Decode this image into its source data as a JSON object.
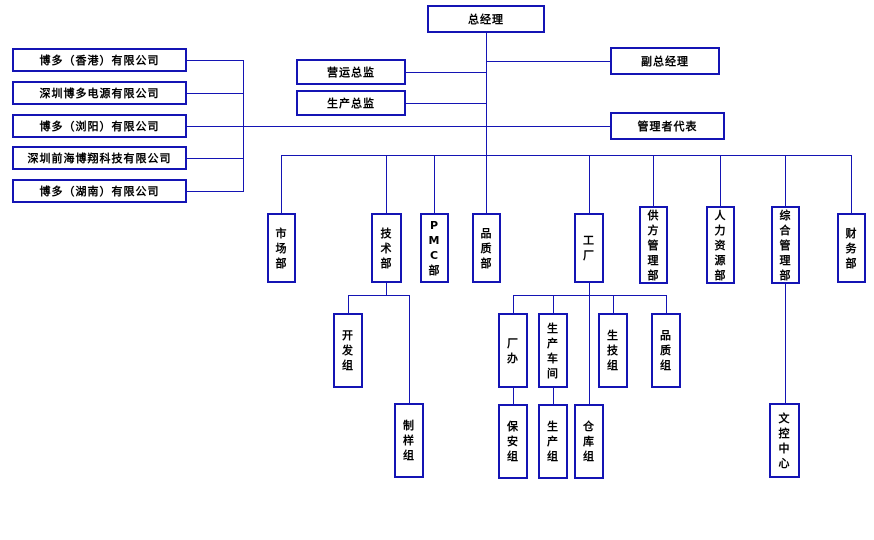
{
  "page": {
    "title": "组织架构图",
    "line_color": "#1414b4",
    "box_border_color": "#1414b4",
    "background": "#ffffff",
    "text_color": "#000000"
  },
  "top": {
    "general_manager": "总经理",
    "deputy_general_manager": "副总经理",
    "operations_director": "营运总监",
    "production_director": "生产总监",
    "management_representative": "管理者代表"
  },
  "companies": [
    {
      "name": "博多（香港）有限公司"
    },
    {
      "name": "深圳博多电源有限公司"
    },
    {
      "name": "博多（浏阳）有限公司"
    },
    {
      "name": "深圳前海博翔科技有限公司"
    },
    {
      "name": "博多（湖南）有限公司"
    }
  ],
  "departments": [
    {
      "name": "市场部"
    },
    {
      "name": "技术部"
    },
    {
      "name": "PMC部"
    },
    {
      "name": "品质部"
    },
    {
      "name": "工厂"
    },
    {
      "name": "供方管理部"
    },
    {
      "name": "人力资源部"
    },
    {
      "name": "综合管理部"
    },
    {
      "name": "财务部"
    }
  ],
  "tech_sub": [
    {
      "name": "开发组"
    },
    {
      "name": "制样组"
    }
  ],
  "factory_sub": [
    {
      "name": "厂办"
    },
    {
      "name": "生产车间"
    },
    {
      "name": "生技组"
    },
    {
      "name": "品质组"
    }
  ],
  "factory_sub2": [
    {
      "name": "保安组"
    },
    {
      "name": "生产组"
    },
    {
      "name": "仓库组"
    }
  ],
  "admin_sub": [
    {
      "name": "文控中心"
    }
  ]
}
